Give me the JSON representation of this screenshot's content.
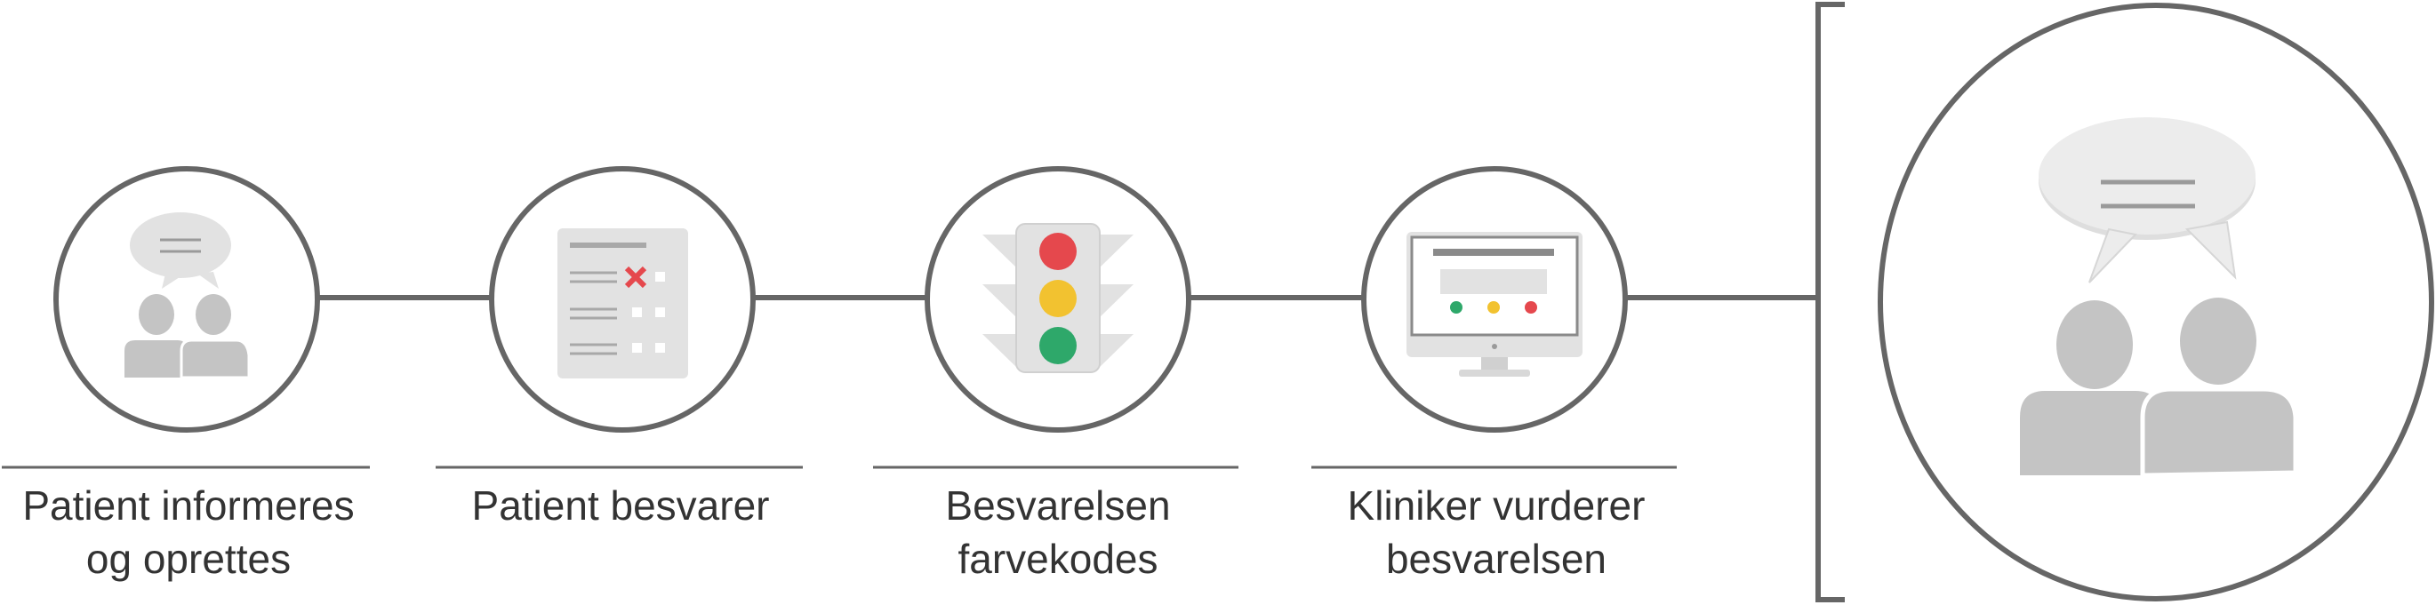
{
  "steps": [
    {
      "line1": "Patient informeres",
      "line2": "og oprettes",
      "icon": "conversation-icon"
    },
    {
      "line1": "Patient besvarer",
      "line2": "",
      "icon": "questionnaire-icon"
    },
    {
      "line1": "Besvarelsen",
      "line2": "farvekodes",
      "icon": "traffic-light-icon"
    },
    {
      "line1": "Kliniker vurderer",
      "line2": "besvarelsen",
      "icon": "monitor-icon"
    }
  ],
  "outcome": {
    "icon": "conversation-icon"
  },
  "colors": {
    "outline": "#666666",
    "icon_gray": "#c4c4c4",
    "icon_light": "#e2e2e2",
    "red": "#e5484d",
    "yellow": "#f2c230",
    "green": "#2ea86a"
  }
}
